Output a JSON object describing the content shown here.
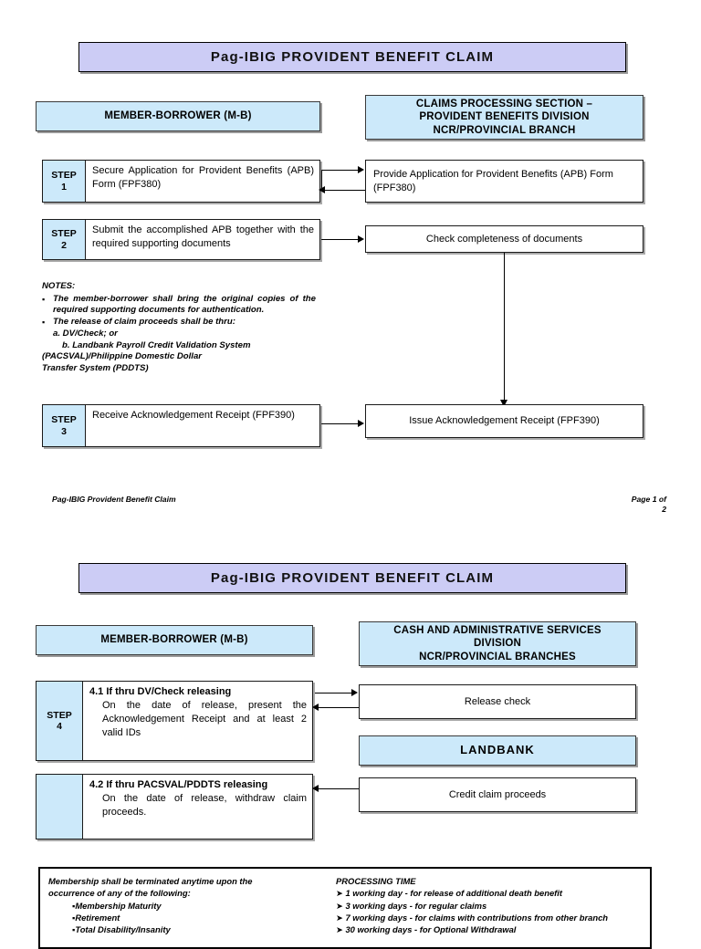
{
  "document": {
    "title": "Pag-IBIG PROVIDENT BENEFIT CLAIM"
  },
  "page1": {
    "banner_title": "Pag-IBIG PROVIDENT BENEFIT  CLAIM",
    "actors": {
      "member": "MEMBER-BORROWER (M-B)",
      "claims_line1": "CLAIMS PROCESSING SECTION –",
      "claims_line2": "PROVIDENT BENEFITS DIVISION",
      "claims_line3": "NCR/PROVINCIAL BRANCH"
    },
    "steps": [
      {
        "tag_word": "STEP",
        "tag_num": "1",
        "member_text": "Secure Application for Provident Benefits (APB) Form (FPF380)",
        "office_text": "Provide Application for Provident Benefits (APB) Form (FPF380)"
      },
      {
        "tag_word": "STEP",
        "tag_num": "2",
        "member_text": "Submit the accomplished APB together with the  required supporting documents",
        "office_text": "Check completeness of documents"
      },
      {
        "tag_word": "STEP",
        "tag_num": "3",
        "member_text": "Receive Acknowledgement Receipt (FPF390)",
        "office_text": "Issue Acknowledgement Receipt (FPF390)"
      }
    ],
    "notes": {
      "title": "NOTES:",
      "bullet_glyph": "▪",
      "item1": "The member-borrower shall bring the original copies of the required supporting documents for authentication.",
      "item2": "The release of claim proceeds shall be thru:",
      "item2a": "a. DV/Check; or",
      "item2b": "b. Landbank Payroll Credit Validation System",
      "item2c": "(PACSVAL)/Philippine Domestic Dollar",
      "item2d": "Transfer System (PDDTS)"
    },
    "footer": {
      "left": "Pag-IBIG Provident Benefit Claim",
      "right_line1": "Page 1 of",
      "right_line2": "2"
    }
  },
  "page2": {
    "banner_title": "Pag-IBIG PROVIDENT BENEFIT  CLAIM",
    "actors": {
      "member": "MEMBER-BORROWER (M-B)",
      "cash_line1": "CASH AND ADMINISTRATIVE SERVICES",
      "cash_line2": "DIVISION",
      "cash_line3": "NCR/PROVINCIAL BRANCHES",
      "landbank": "LANDBANK"
    },
    "step4": {
      "tag_word": "STEP",
      "tag_num": "4",
      "sub1_head": "4.1 If thru DV/Check releasing",
      "sub1_text": "On the date of release, present the Acknowledgement Receipt   and at least 2 valid IDs",
      "sub1_office": "Release check",
      "sub2_head": "4.2 If thru PACSVAL/PDDTS releasing",
      "sub2_text": "On the date of release, withdraw claim proceeds.",
      "sub2_office": "Credit claim proceeds"
    },
    "summary": {
      "termination_head_line1": "Membership shall be terminated anytime upon the",
      "termination_head_line2": "occurrence of any of the following:",
      "termination_items": [
        "Membership Maturity",
        "Retirement",
        "Total Disability/Insanity"
      ],
      "bullet_glyph": "▪",
      "processing_head": "PROCESSING TIME",
      "chevron_glyph": "➤",
      "processing_items": [
        "1 working day - for release of additional death benefit",
        "3 working days  - for regular claims",
        "7 working days  -  for claims with contributions from other branch",
        "30 working days - for Optional Withdrawal"
      ]
    }
  }
}
